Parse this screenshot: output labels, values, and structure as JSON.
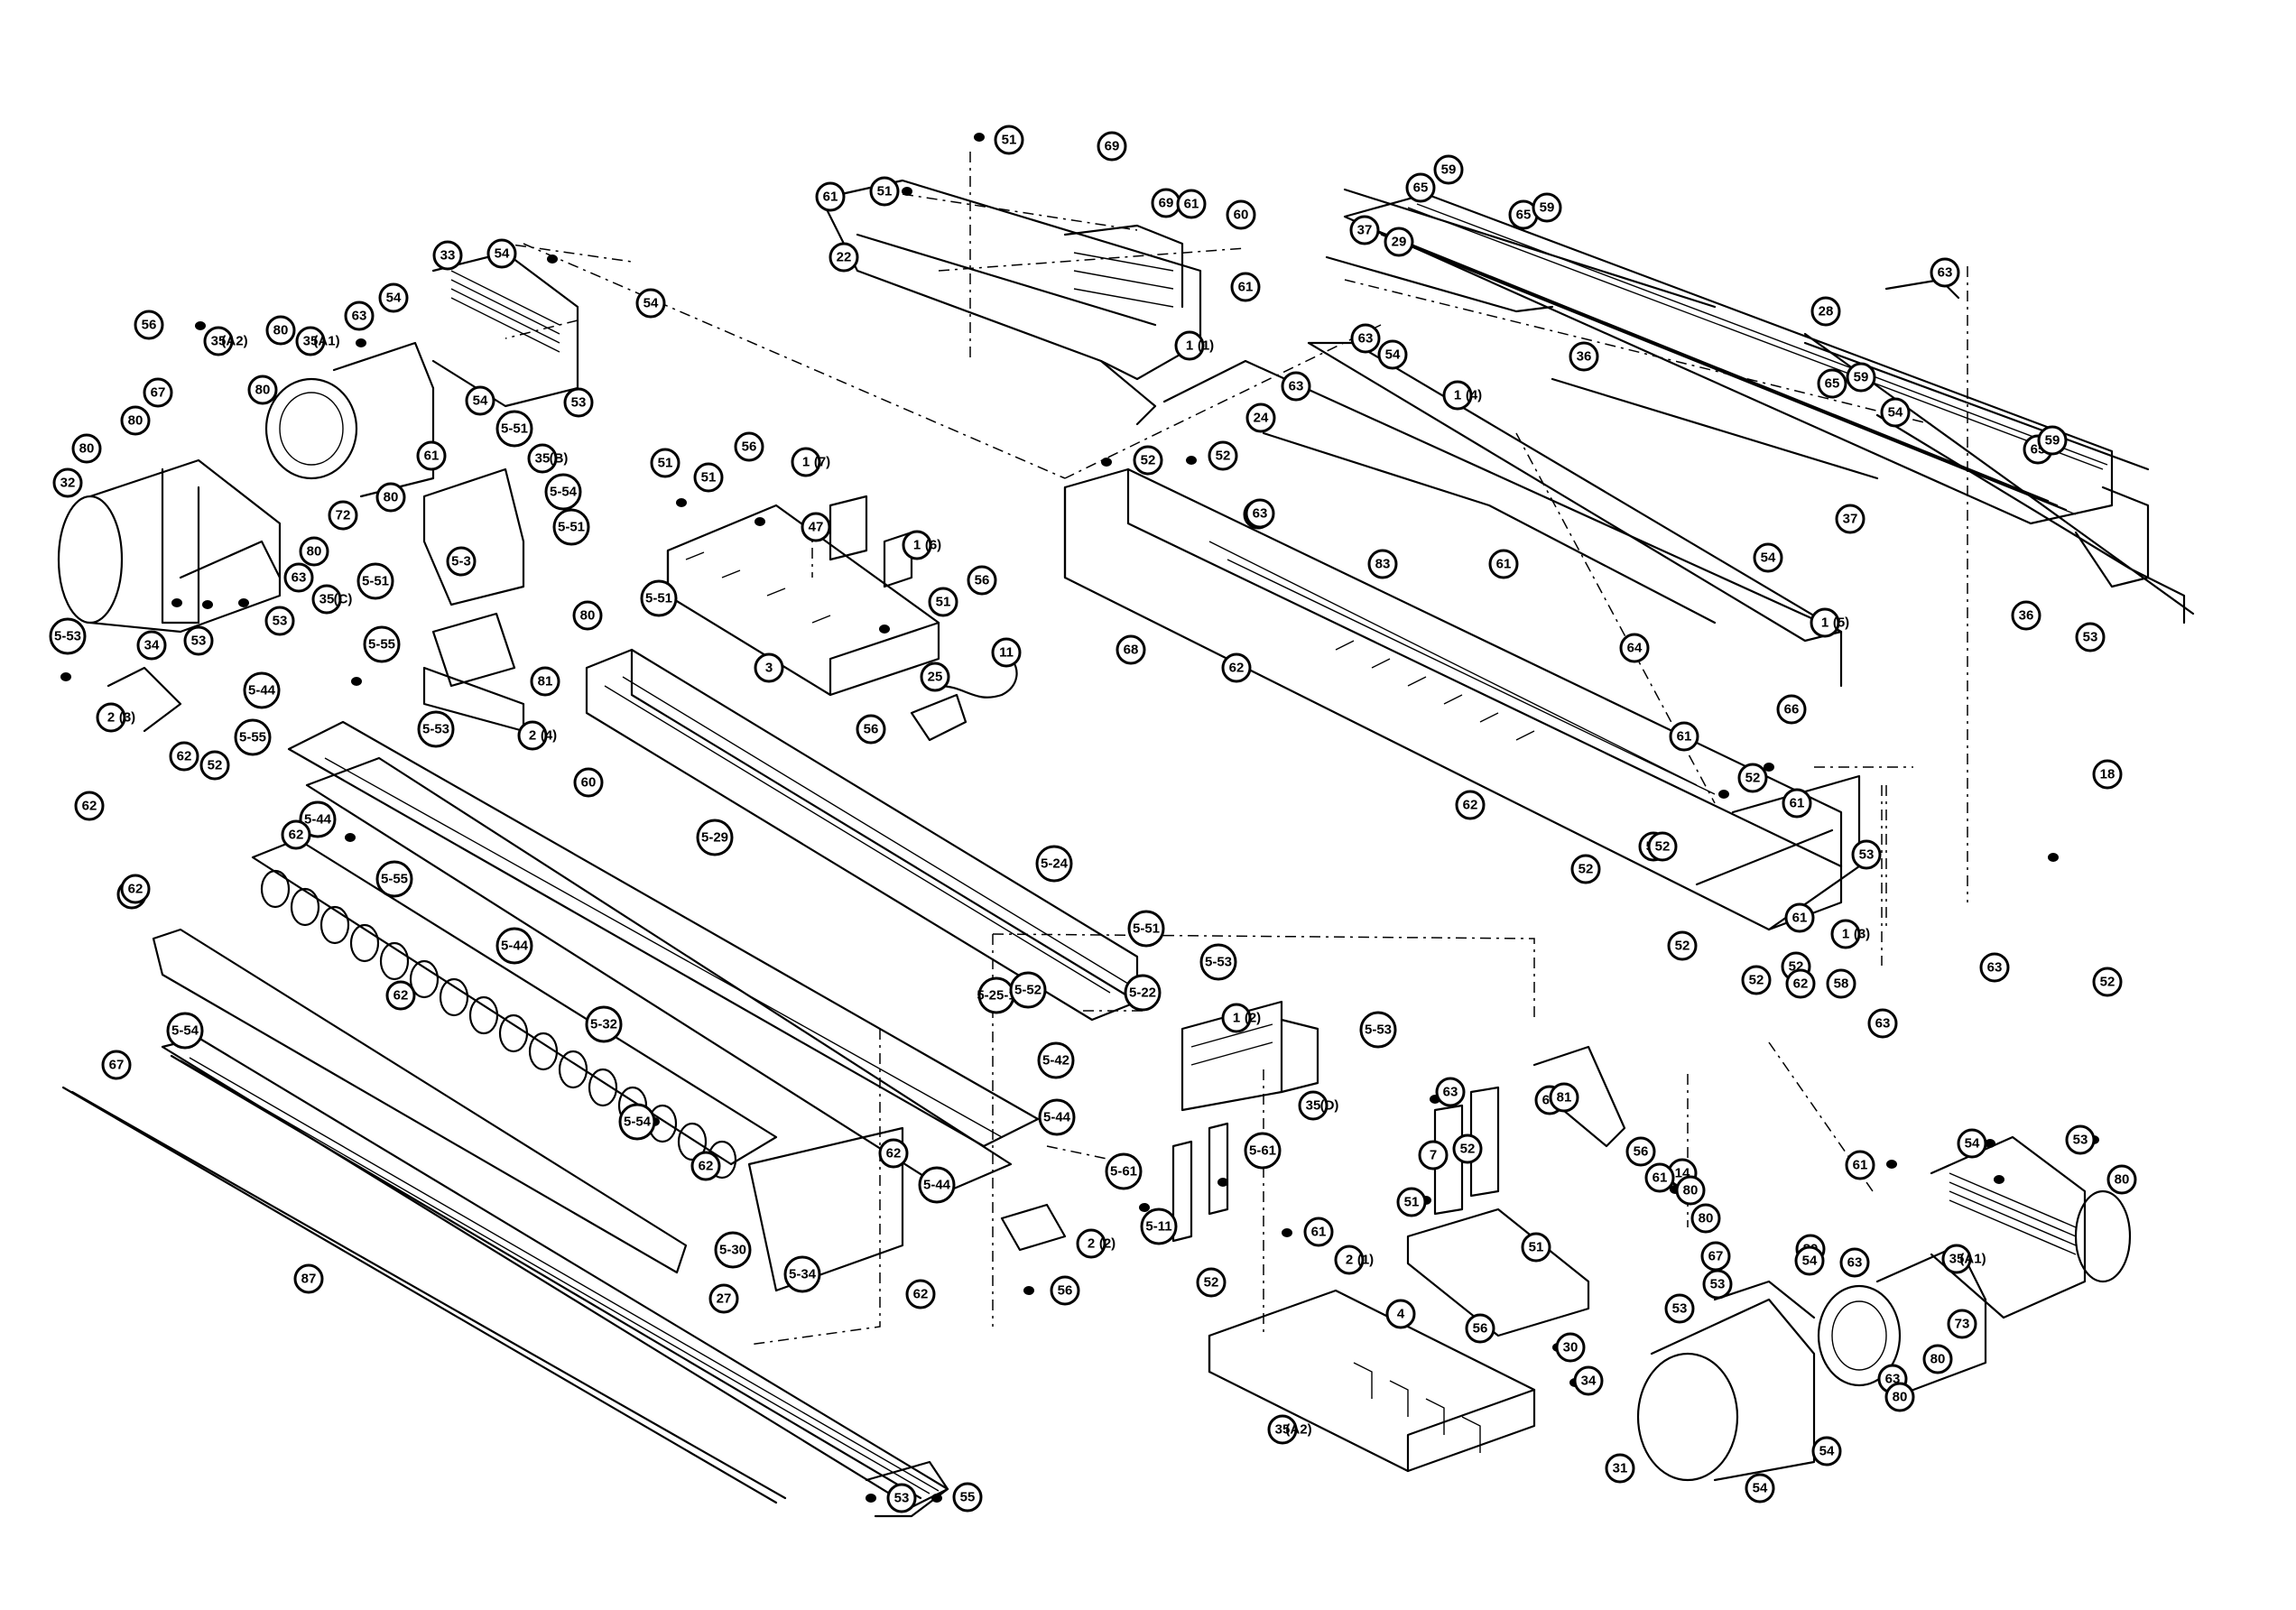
{
  "callouts": [
    {
      "text": "51"
    },
    {
      "text": "69"
    },
    {
      "text": "61"
    },
    {
      "text": "51"
    },
    {
      "text": "69"
    },
    {
      "text": "61"
    },
    {
      "text": "60"
    },
    {
      "text": "22"
    },
    {
      "text": "61"
    },
    {
      "text": "1",
      "suffix": "(1)"
    },
    {
      "text": "59"
    },
    {
      "text": "65"
    },
    {
      "text": "37"
    },
    {
      "text": "29"
    },
    {
      "text": "65"
    },
    {
      "text": "59"
    },
    {
      "text": "36"
    },
    {
      "text": "63"
    },
    {
      "text": "54"
    },
    {
      "text": "1",
      "suffix": "(4)"
    },
    {
      "text": "63"
    },
    {
      "text": "63"
    },
    {
      "text": "28"
    },
    {
      "text": "54"
    },
    {
      "text": "65"
    },
    {
      "text": "59"
    },
    {
      "text": "65"
    },
    {
      "text": "59"
    },
    {
      "text": "37"
    },
    {
      "text": "36"
    },
    {
      "text": "53"
    },
    {
      "text": "33"
    },
    {
      "text": "54"
    },
    {
      "text": "54"
    },
    {
      "text": "56"
    },
    {
      "text": "35",
      "suffix": "(A2)"
    },
    {
      "text": "35",
      "suffix": "(A1)"
    },
    {
      "text": "63"
    },
    {
      "text": "54"
    },
    {
      "text": "80"
    },
    {
      "text": "67"
    },
    {
      "text": "80"
    },
    {
      "text": "80"
    },
    {
      "text": "53"
    },
    {
      "text": "54"
    },
    {
      "text": "32"
    },
    {
      "text": "80"
    },
    {
      "text": "63"
    },
    {
      "text": "72"
    },
    {
      "text": "61"
    },
    {
      "text": "80"
    },
    {
      "text": "80"
    },
    {
      "text": "5-51"
    },
    {
      "text": "35",
      "suffix": "(B)"
    },
    {
      "text": "5-54"
    },
    {
      "text": "5-51"
    },
    {
      "text": "5-3"
    },
    {
      "text": "51"
    },
    {
      "text": "51"
    },
    {
      "text": "56"
    },
    {
      "text": "1",
      "suffix": "(7)"
    },
    {
      "text": "47"
    },
    {
      "text": "1",
      "suffix": "(6)"
    },
    {
      "text": "56"
    },
    {
      "text": "51"
    },
    {
      "text": "5-53"
    },
    {
      "text": "34"
    },
    {
      "text": "53"
    },
    {
      "text": "53"
    },
    {
      "text": "35",
      "suffix": "(C)"
    },
    {
      "text": "5-51"
    },
    {
      "text": "5-55"
    },
    {
      "text": "80"
    },
    {
      "text": "81"
    },
    {
      "text": "5-51"
    },
    {
      "text": "3"
    },
    {
      "text": "11"
    },
    {
      "text": "25"
    },
    {
      "text": "56"
    },
    {
      "text": "62"
    },
    {
      "text": "2",
      "suffix": "(3)"
    },
    {
      "text": "5-44"
    },
    {
      "text": "5-55"
    },
    {
      "text": "52"
    },
    {
      "text": "62"
    },
    {
      "text": "5-44"
    },
    {
      "text": "62"
    },
    {
      "text": "62"
    },
    {
      "text": "5-53"
    },
    {
      "text": "2",
      "suffix": "(4)"
    },
    {
      "text": "60"
    },
    {
      "text": "5-55"
    },
    {
      "text": "5-29"
    },
    {
      "text": "5-44"
    },
    {
      "text": "5-24"
    },
    {
      "text": "62"
    },
    {
      "text": "5-32"
    },
    {
      "text": "5-54"
    },
    {
      "text": "5-54"
    },
    {
      "text": "62"
    },
    {
      "text": "67"
    },
    {
      "text": "62"
    },
    {
      "text": "62"
    },
    {
      "text": "5-30"
    },
    {
      "text": "5-34"
    },
    {
      "text": "62"
    },
    {
      "text": "87"
    },
    {
      "text": "27"
    },
    {
      "text": "53"
    },
    {
      "text": "55"
    },
    {
      "text": "5-51"
    },
    {
      "text": "5-53"
    },
    {
      "text": "5-25-1"
    },
    {
      "text": "5-52"
    },
    {
      "text": "5-22"
    },
    {
      "text": "1",
      "suffix": "(2)"
    },
    {
      "text": "5-53"
    },
    {
      "text": "5-42"
    },
    {
      "text": "35",
      "suffix": "(D)"
    },
    {
      "text": "5-44"
    },
    {
      "text": "5-44"
    },
    {
      "text": "5-61"
    },
    {
      "text": "5-61"
    },
    {
      "text": "5-11"
    },
    {
      "text": "2",
      "suffix": "(2)"
    },
    {
      "text": "56"
    },
    {
      "text": "52"
    },
    {
      "text": "52"
    },
    {
      "text": "63"
    },
    {
      "text": "83"
    },
    {
      "text": "24"
    },
    {
      "text": "63"
    },
    {
      "text": "68"
    },
    {
      "text": "62"
    },
    {
      "text": "61"
    },
    {
      "text": "54"
    },
    {
      "text": "1",
      "suffix": "(5)"
    },
    {
      "text": "64"
    },
    {
      "text": "66"
    },
    {
      "text": "61"
    },
    {
      "text": "52"
    },
    {
      "text": "61"
    },
    {
      "text": "52"
    },
    {
      "text": "62"
    },
    {
      "text": "52"
    },
    {
      "text": "52"
    },
    {
      "text": "53"
    },
    {
      "text": "61"
    },
    {
      "text": "1",
      "suffix": "(3)"
    },
    {
      "text": "52"
    },
    {
      "text": "52"
    },
    {
      "text": "52"
    },
    {
      "text": "62"
    },
    {
      "text": "58"
    },
    {
      "text": "63"
    },
    {
      "text": "63"
    },
    {
      "text": "52"
    },
    {
      "text": "18"
    },
    {
      "text": "14"
    },
    {
      "text": "63"
    },
    {
      "text": "61"
    },
    {
      "text": "81"
    },
    {
      "text": "7"
    },
    {
      "text": "52"
    },
    {
      "text": "56"
    },
    {
      "text": "61"
    },
    {
      "text": "51"
    },
    {
      "text": "51"
    },
    {
      "text": "61"
    },
    {
      "text": "52"
    },
    {
      "text": "2",
      "suffix": "(1)"
    },
    {
      "text": "4"
    },
    {
      "text": "56"
    },
    {
      "text": "35",
      "suffix": "(A2)"
    },
    {
      "text": "80"
    },
    {
      "text": "80"
    },
    {
      "text": "67"
    },
    {
      "text": "80"
    },
    {
      "text": "53"
    },
    {
      "text": "53"
    },
    {
      "text": "30"
    },
    {
      "text": "34"
    },
    {
      "text": "31"
    },
    {
      "text": "54"
    },
    {
      "text": "54"
    },
    {
      "text": "53"
    },
    {
      "text": "80"
    },
    {
      "text": "61"
    },
    {
      "text": "54"
    },
    {
      "text": "63"
    },
    {
      "text": "35",
      "suffix": "(A1)"
    },
    {
      "text": "73"
    },
    {
      "text": "80"
    },
    {
      "text": "63"
    },
    {
      "text": "80"
    },
    {
      "text": "54"
    }
  ]
}
